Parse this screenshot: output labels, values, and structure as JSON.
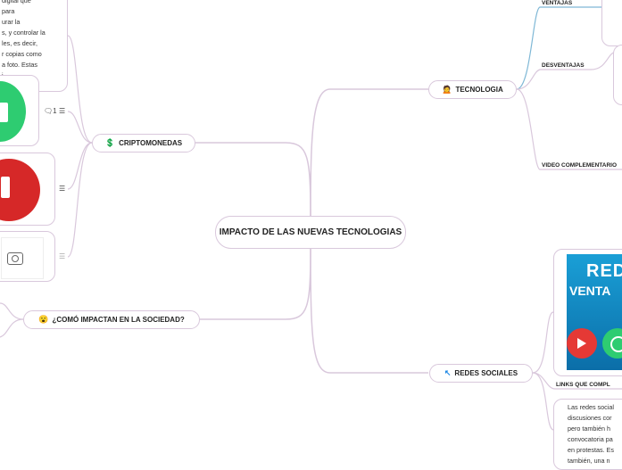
{
  "central": {
    "title": "IMPACTO DE LAS NUEVAS TECNOLOGIAS"
  },
  "branches": {
    "cripto": {
      "icon": "💲",
      "label": "CRIPTOMONEDAS"
    },
    "sociedad": {
      "icon": "😮",
      "label": "¿COMÓ IMPACTAN EN LA SOCIEDAD?"
    },
    "tecnologia": {
      "icon": "🙍",
      "label": "TECNOLOGIA"
    },
    "redes": {
      "icon": "↖",
      "label": "REDES SOCIALES"
    }
  },
  "tecnologia_children": {
    "ventajas": "VENTAJAS",
    "desventajas": "DESVENTAJAS",
    "video": "VIDEO COMPLEMENTARIO"
  },
  "redes_children": {
    "links": "LINKS QUE COMPL",
    "image_text_line1": "RED",
    "image_text_line2": "VENTA",
    "paragraph_lines": [
      "Las redes social",
      "discusiones cor",
      "pero también h",
      "convocatoria pa",
      "en protestas. Es",
      "también, una n"
    ]
  },
  "cripto_children": {
    "paragraph_lines": [
      "digital que",
      "para",
      "urar la",
      "s, y controlar la",
      "les, es decir,",
      "r copias como",
      "a foto. Estas",
      "i..."
    ],
    "comment_count": "1",
    "comment_icon": "🗨",
    "menu_icon": "☰"
  },
  "colors": {
    "link": "#d9c8dc",
    "link_blue": "#7fb8d6",
    "green": "#2ecc71",
    "red": "#d62828"
  }
}
